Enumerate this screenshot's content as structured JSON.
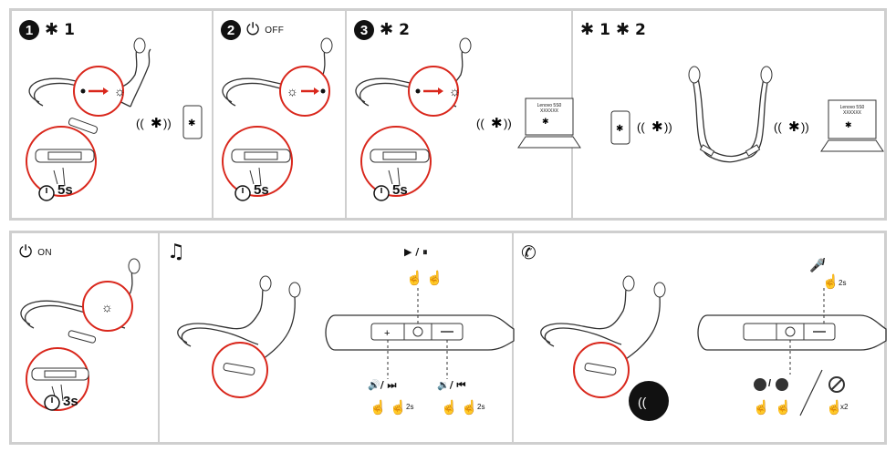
{
  "colors": {
    "accent": "#d9271c",
    "line": "#333333",
    "frame": "#cfcfcf"
  },
  "icons": {
    "bluetooth": "bluetooth-icon",
    "power": "power-icon",
    "music": "music-note-icon",
    "phone": "phone-icon",
    "timer": "timer-icon",
    "tap": "tap-hand-icon"
  },
  "pairing": {
    "step1": {
      "number": "1",
      "bt_label": "1",
      "hold_time": "5s"
    },
    "step2": {
      "number": "2",
      "state": "OFF",
      "hold_time": "5s"
    },
    "step3": {
      "number": "3",
      "bt_label": "2",
      "hold_time": "5s",
      "laptop_text": "Lenovo 5S0 XXXXXX"
    },
    "multipoint": {
      "label_a": "1",
      "label_b": "2",
      "laptop_text": "Lenovo 5S0 XXXXXX"
    }
  },
  "usage": {
    "power_on": {
      "state": "ON",
      "hold_time": "3s"
    },
    "music": {
      "play_pause": "▶ / ⏸",
      "volume_up_next": "🔊/ ⏭",
      "volume_down_prev": "🔉/ ⏮",
      "hold_time_a": "2s",
      "hold_time_b": "2s"
    },
    "call": {
      "mute": "/",
      "mute_hold": "2s",
      "answer_end": "/",
      "reject_count": "x2"
    }
  }
}
